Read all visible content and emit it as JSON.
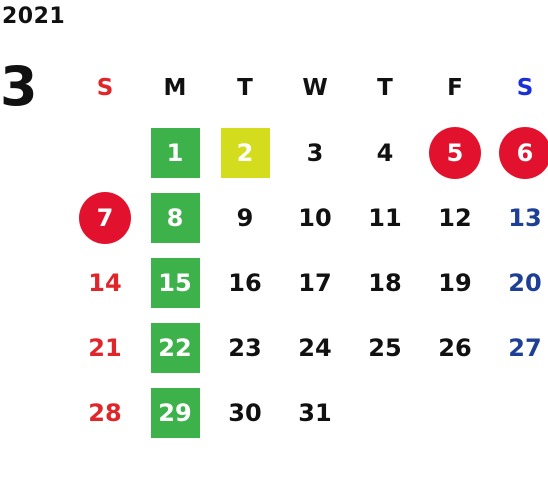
{
  "year": "2021",
  "month": "3",
  "colors": {
    "sunday": "#e0262b",
    "saturday": "#1e3f96",
    "saturday_header": "#1a2fd6",
    "holiday_circle": "#e2122f",
    "green_box": "#3db24a",
    "yellow_box": "#d4dc1e",
    "text": "#111111"
  },
  "weekdays": [
    "S",
    "M",
    "T",
    "W",
    "T",
    "F",
    "S"
  ],
  "weeks": [
    [
      {
        "day": "",
        "style": "plain"
      },
      {
        "day": "1",
        "style": "green"
      },
      {
        "day": "2",
        "style": "yellow"
      },
      {
        "day": "3",
        "style": "plain"
      },
      {
        "day": "4",
        "style": "plain"
      },
      {
        "day": "5",
        "style": "circle"
      },
      {
        "day": "6",
        "style": "circle"
      }
    ],
    [
      {
        "day": "7",
        "style": "circle"
      },
      {
        "day": "8",
        "style": "green"
      },
      {
        "day": "9",
        "style": "plain"
      },
      {
        "day": "10",
        "style": "plain"
      },
      {
        "day": "11",
        "style": "plain"
      },
      {
        "day": "12",
        "style": "plain"
      },
      {
        "day": "13",
        "style": "saturday"
      }
    ],
    [
      {
        "day": "14",
        "style": "sunday"
      },
      {
        "day": "15",
        "style": "green"
      },
      {
        "day": "16",
        "style": "plain"
      },
      {
        "day": "17",
        "style": "plain"
      },
      {
        "day": "18",
        "style": "plain"
      },
      {
        "day": "19",
        "style": "plain"
      },
      {
        "day": "20",
        "style": "saturday"
      }
    ],
    [
      {
        "day": "21",
        "style": "sunday"
      },
      {
        "day": "22",
        "style": "green"
      },
      {
        "day": "23",
        "style": "plain"
      },
      {
        "day": "24",
        "style": "plain"
      },
      {
        "day": "25",
        "style": "plain"
      },
      {
        "day": "26",
        "style": "plain"
      },
      {
        "day": "27",
        "style": "saturday"
      }
    ],
    [
      {
        "day": "28",
        "style": "sunday"
      },
      {
        "day": "29",
        "style": "green"
      },
      {
        "day": "30",
        "style": "plain"
      },
      {
        "day": "31",
        "style": "plain"
      },
      {
        "day": "",
        "style": "plain"
      },
      {
        "day": "",
        "style": "plain"
      },
      {
        "day": "",
        "style": "plain"
      }
    ]
  ]
}
